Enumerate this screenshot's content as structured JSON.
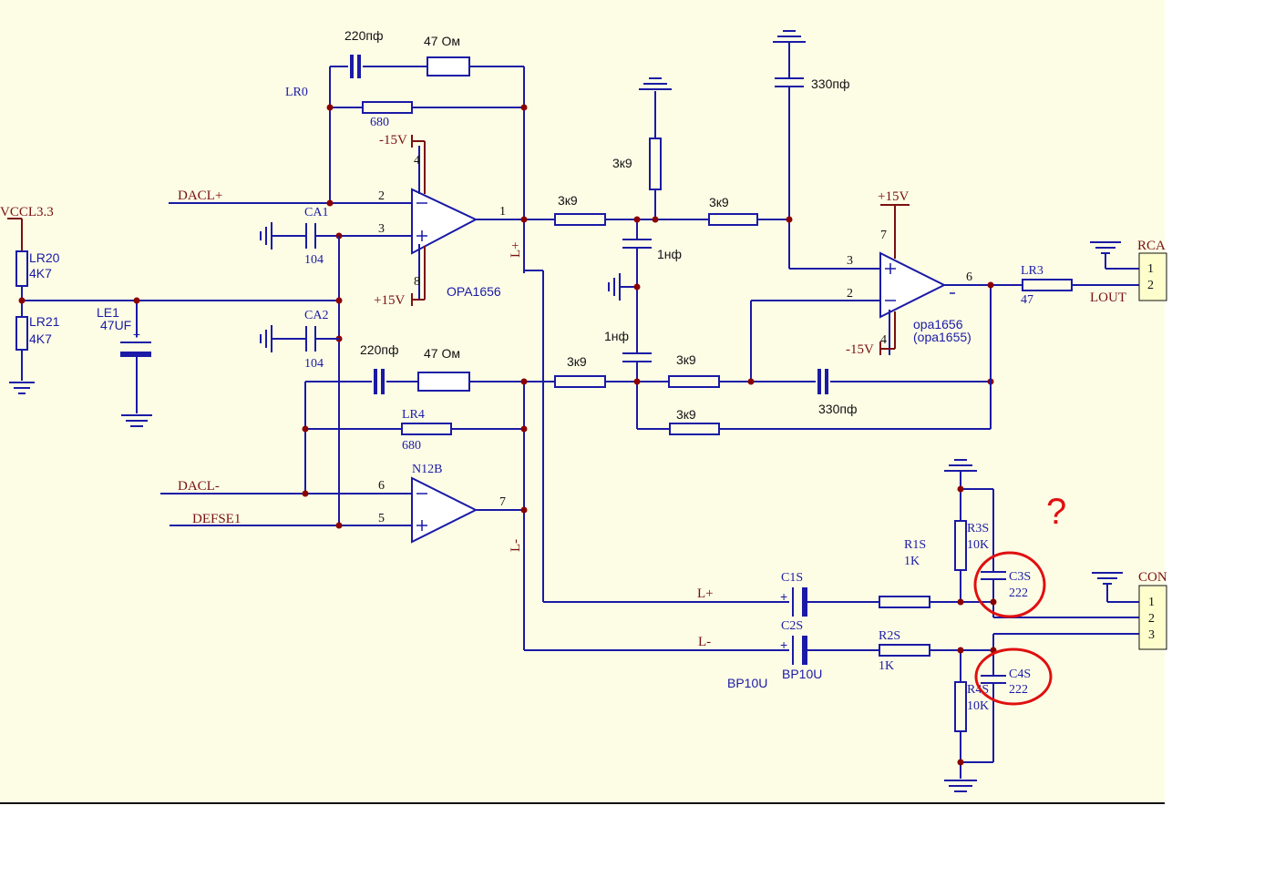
{
  "colors": {
    "background": "#fdfde6",
    "wire": "#1a1aa6",
    "net_label": "#7a1010",
    "junction": "#8b0000",
    "highlight": "#e01010"
  },
  "schematic": {
    "power": {
      "vccl": "VCCL3.3",
      "m15_top": "-15V",
      "p15_bottom": "+15V",
      "p15_right": "+15V",
      "m15_right": "-15V"
    },
    "nets": {
      "dacl_p": "DACL+",
      "dacl_m": "DACL-",
      "defse1": "DEFSE1",
      "l_plus": "L+",
      "l_minus": "L-",
      "l_plus_v": "L+",
      "l_minus_v": "L-",
      "lout": "LOUT"
    },
    "components": {
      "lr20": {
        "ref": "LR20",
        "value": "4K7"
      },
      "lr21": {
        "ref": "LR21",
        "value": "4K7"
      },
      "le1": {
        "ref": "LE1",
        "value": "47UF"
      },
      "lr0": {
        "ref": "LR0",
        "value": "680"
      },
      "c_fb1": {
        "value": "220пф"
      },
      "r_fb1": {
        "value": "47 Ом"
      },
      "ca1": {
        "ref": "CA1",
        "value": "104"
      },
      "ca2": {
        "ref": "CA2",
        "value": "104"
      },
      "c_fb2": {
        "value": "220пф"
      },
      "r_fb2": {
        "value": "47 Ом"
      },
      "lr4": {
        "ref": "LR4",
        "value": "680"
      },
      "u1": {
        "part": "OPA1656"
      },
      "u2": {
        "part": "N12B"
      },
      "r_in1": {
        "value": "3к9"
      },
      "r_v": {
        "value": "3к9"
      },
      "r_mid1": {
        "value": "3к9"
      },
      "c_1nf_a": {
        "value": "1нф"
      },
      "c_1nf_b": {
        "value": "1нф"
      },
      "r_in2": {
        "value": "3к9"
      },
      "r_mid2": {
        "value": "3к9"
      },
      "r_bot": {
        "value": "3к9"
      },
      "c_330_top": {
        "value": "330пф"
      },
      "c_330_fb": {
        "value": "330пф"
      },
      "u3": {
        "part": "opa1656",
        "alt": "(opa1655)"
      },
      "lr3": {
        "ref": "LR3",
        "value": "47"
      },
      "rca": {
        "ref": "RCA"
      },
      "con": {
        "ref": "CON"
      },
      "c1s": {
        "ref": "C1S",
        "value": "BP10U"
      },
      "c2s": {
        "ref": "C2S",
        "value": "BP10U"
      },
      "r1s": {
        "ref": "R1S",
        "value": "1K"
      },
      "r2s": {
        "ref": "R2S",
        "value": "1K"
      },
      "r3s": {
        "ref": "R3S",
        "value": "10K"
      },
      "r4s": {
        "ref": "R4S",
        "value": "10K"
      },
      "c3s": {
        "ref": "C3S",
        "value": "222"
      },
      "c4s": {
        "ref": "C4S",
        "value": "222"
      }
    },
    "pins": {
      "u1_4": "4",
      "u1_2": "2",
      "u1_3": "3",
      "u1_8": "8",
      "u1_1": "1",
      "u2_6": "6",
      "u2_5": "5",
      "u2_7": "7",
      "u3_7": "7",
      "u3_3": "3",
      "u3_2": "2",
      "u3_4": "4",
      "u3_6": "6",
      "rca_1": "1",
      "rca_2": "2",
      "con_1": "1",
      "con_2": "2",
      "con_3": "3"
    },
    "annotation": {
      "question": "?"
    }
  }
}
